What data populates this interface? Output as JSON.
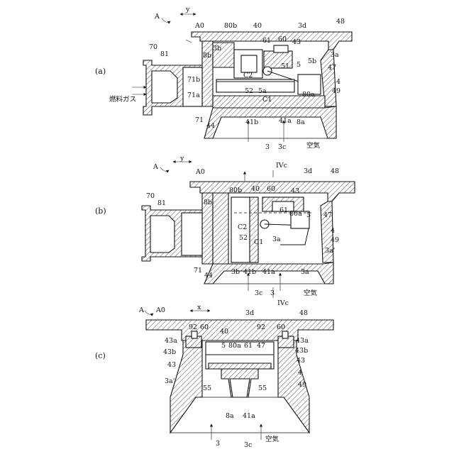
{
  "panels": [
    {
      "id": "a",
      "tag": "(a)",
      "labels": [
        "A",
        "y",
        "A0",
        "80b",
        "40",
        "3d",
        "48",
        "61",
        "60",
        "43",
        "3b",
        "3a",
        "8b",
        "70",
        "81",
        "5b",
        "5",
        "51",
        "47",
        "71b",
        "C2",
        "4",
        "71a",
        "52",
        "5a",
        "80a",
        "49",
        "C1",
        "燃料ガス",
        "71",
        "44",
        "41b",
        "41a",
        "8a",
        "3",
        "3c",
        "空気"
      ]
    },
    {
      "id": "b",
      "tag": "(b)",
      "labels": [
        "IVc",
        "A",
        "y",
        "A0",
        "3d",
        "48",
        "80b",
        "40",
        "60",
        "43",
        "70",
        "81",
        "8b",
        "61",
        "80a",
        "47",
        "5",
        "C2",
        "4",
        "52",
        "3a",
        "C1",
        "49",
        "3a'",
        "71",
        "44",
        "3b",
        "41b",
        "41a",
        "3a",
        "3c",
        "3",
        "空気",
        "IVc"
      ]
    },
    {
      "id": "c",
      "tag": "(c)",
      "labels": [
        "A",
        "A0",
        "x",
        "3d",
        "48",
        "92",
        "60",
        "92",
        "60",
        "40",
        "43a",
        "43a",
        "43b",
        "5",
        "80a",
        "61",
        "47",
        "43b",
        "43",
        "43",
        "4",
        "3a'",
        "55",
        "55",
        "49",
        "8a",
        "41a",
        "3",
        "3c",
        "空気"
      ]
    }
  ]
}
